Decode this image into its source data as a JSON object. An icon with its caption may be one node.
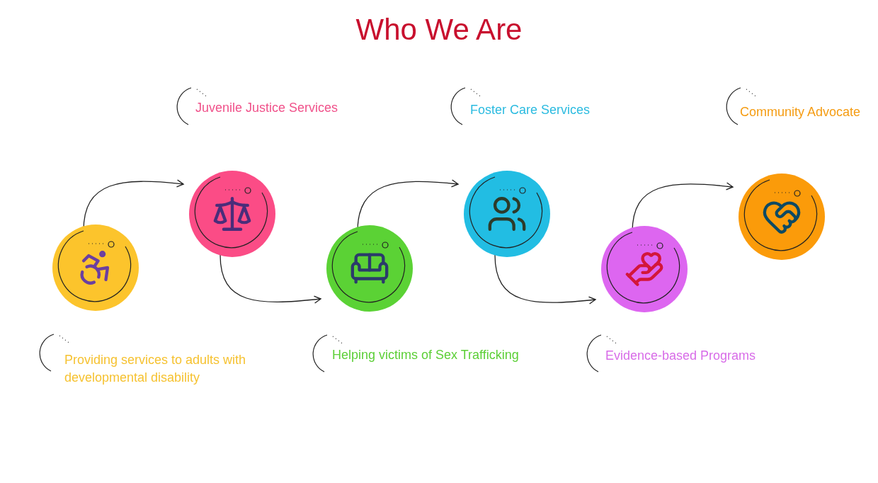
{
  "diagram": {
    "title": "Who We Are",
    "nodes": [
      {
        "text": [],
        "shape": "picture"
      },
      {
        "text": [],
        "shape": "picture"
      },
      {
        "text": [],
        "shape": "picture"
      },
      {
        "text": [],
        "shape": "picture"
      },
      {
        "text": [],
        "shape": "picture"
      },
      {
        "text": [],
        "shape": "picture"
      }
    ],
    "edges": [
      {
        "from": 0,
        "to": 1,
        "arrow": "to"
      },
      {
        "from": 1,
        "to": 2,
        "arrow": "to"
      },
      {
        "from": 2,
        "to": 3,
        "arrow": "to"
      },
      {
        "from": 3,
        "to": 4,
        "arrow": "to"
      },
      {
        "from": 4,
        "to": 5,
        "arrow": "to"
      }
    ],
    "labels": [
      "Juvenile Justice Services",
      "Foster Care Services",
      "Community Advocate",
      "Providing services to adults with developmental disability",
      "Helping victims of Sex Trafficking",
      "Evidence-based Programs"
    ]
  }
}
